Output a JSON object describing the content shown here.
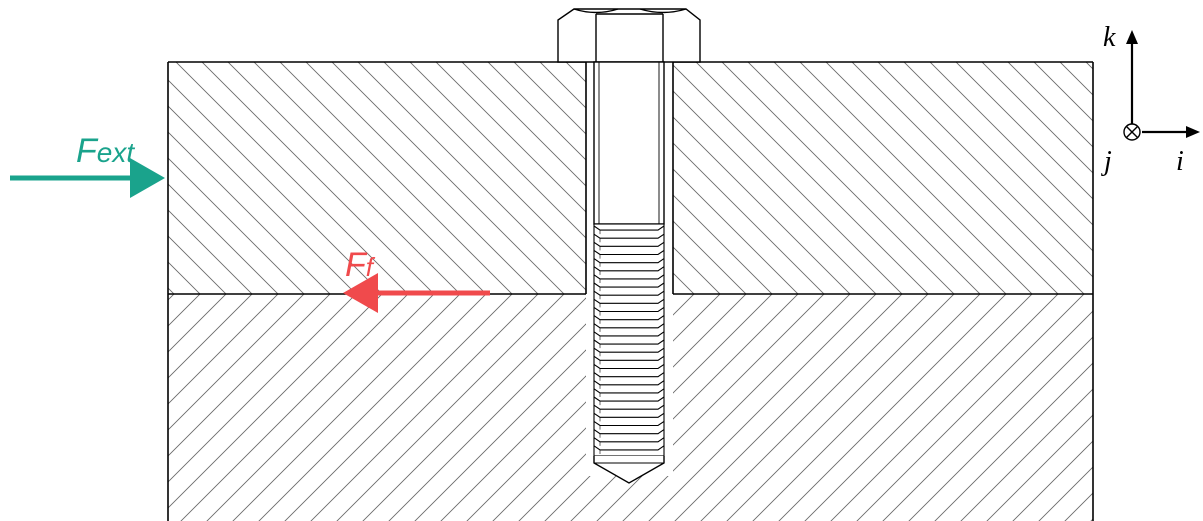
{
  "forces": {
    "external": {
      "main": "F",
      "sub": "ext",
      "color": "#1aa38c"
    },
    "friction": {
      "main": "F",
      "sub": "f",
      "color": "#f04a4c"
    }
  },
  "axes": {
    "k": "k",
    "i": "i",
    "j": "j"
  },
  "colors": {
    "line": "#000000",
    "hatch": "#6a6a6a"
  },
  "thread_ridges": 28
}
